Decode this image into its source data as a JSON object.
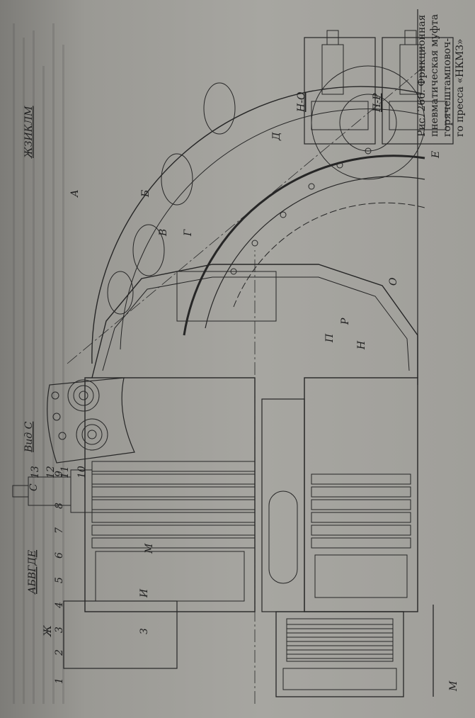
{
  "figure": {
    "caption_lines": [
      "Рис. 266. Фрикционная",
      "пневматическая муфта",
      "горячештамповоч-",
      "го пресса «НКМЗ»"
    ],
    "section_labels": {
      "top_left": "АБВГДЕ",
      "top_right": "ЖЗИКЛМ",
      "view_c": "Вид С",
      "detail_no": "Н-О",
      "detail_pr": "П-Р"
    },
    "letter_labels": {
      "zh": "Ж",
      "z": "З",
      "i": "И",
      "m_small": "М",
      "m": "М",
      "c": "С",
      "a": "А",
      "b": "Б",
      "v": "В",
      "g": "Г",
      "p": "П",
      "r": "Р",
      "o": "О",
      "n": "Н",
      "d": "Д",
      "e": "Е"
    },
    "part_numbers": [
      "1",
      "2",
      "3",
      "4",
      "5",
      "6",
      "7",
      "8",
      "9",
      "10",
      "11",
      "12",
      "13"
    ]
  }
}
